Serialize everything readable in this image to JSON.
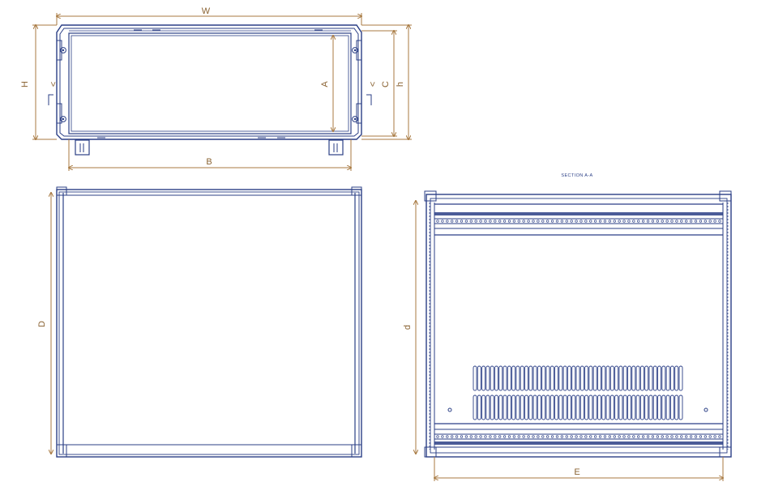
{
  "labels": {
    "W": "W",
    "H": "H",
    "C": "C",
    "h": "h",
    "A": "A",
    "B": "B",
    "D": "D",
    "d": "d",
    "E": "E",
    "arrow_left": ">",
    "arrow_right": ">"
  },
  "section_title": "SECTION A-A",
  "colors": {
    "line": "#2b3f86",
    "dimension": "#a87a42"
  },
  "slots": {
    "rows": 2,
    "per_row": 49
  },
  "holes": {
    "per_row": 60
  }
}
